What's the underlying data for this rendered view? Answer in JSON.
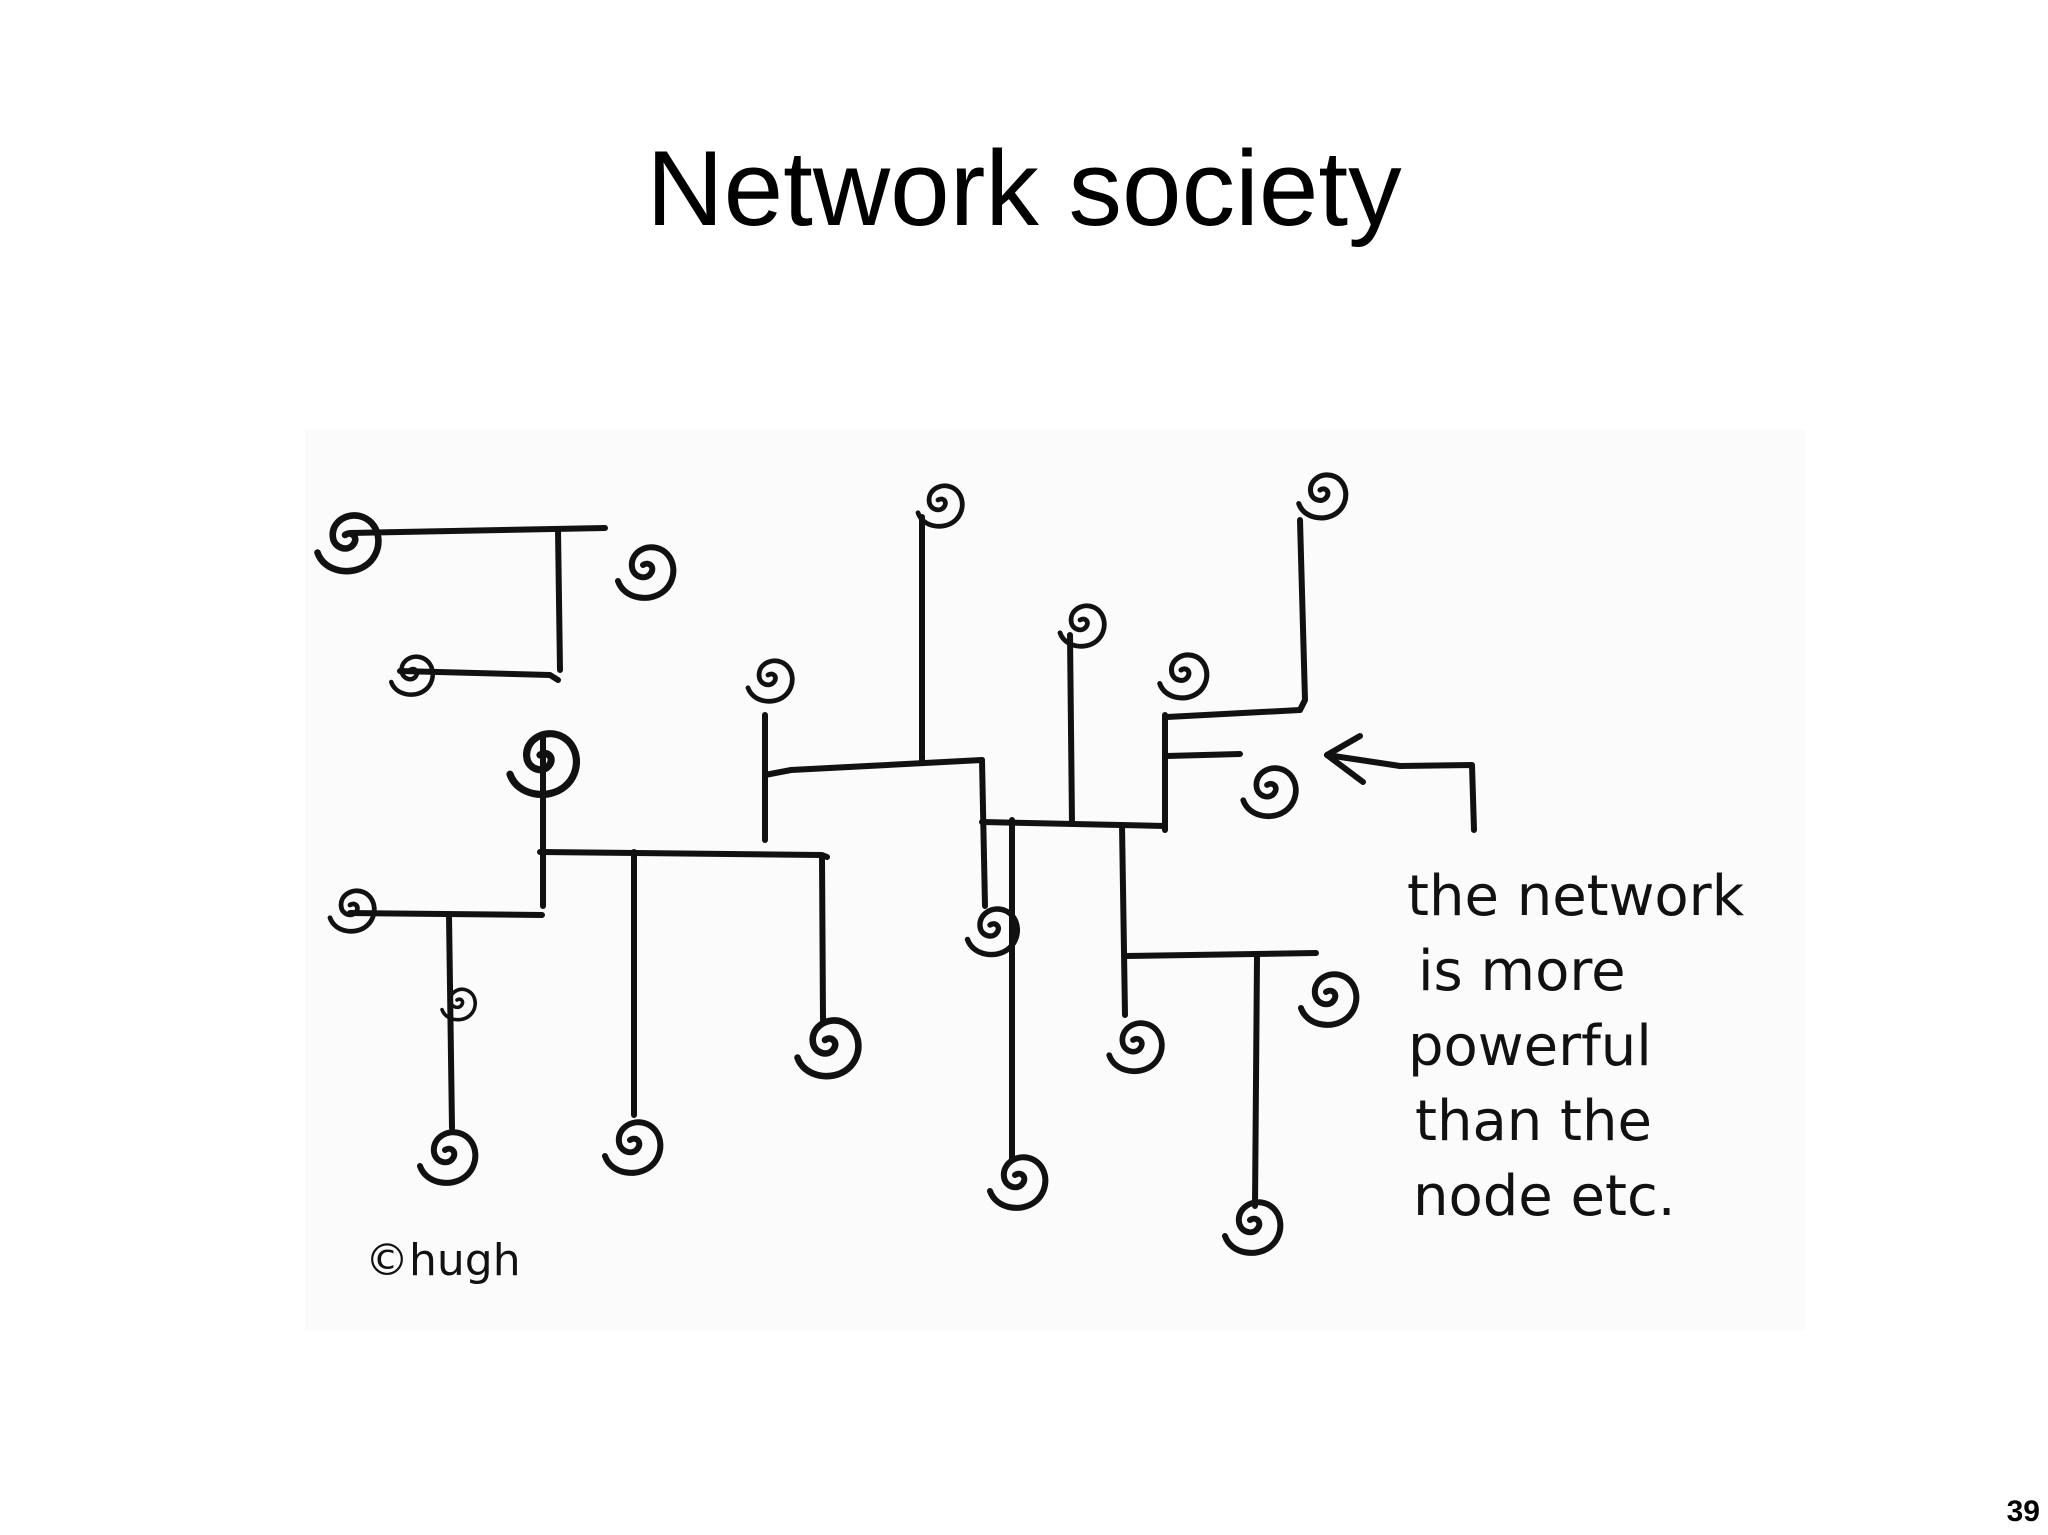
{
  "slide": {
    "title": "Network society",
    "page_number": "39"
  },
  "cartoon": {
    "annotation_lines": [
      "the network",
      "is more",
      "powerful",
      "than the",
      "node etc."
    ],
    "signature": "©hugh",
    "ink_color": "#111111"
  }
}
